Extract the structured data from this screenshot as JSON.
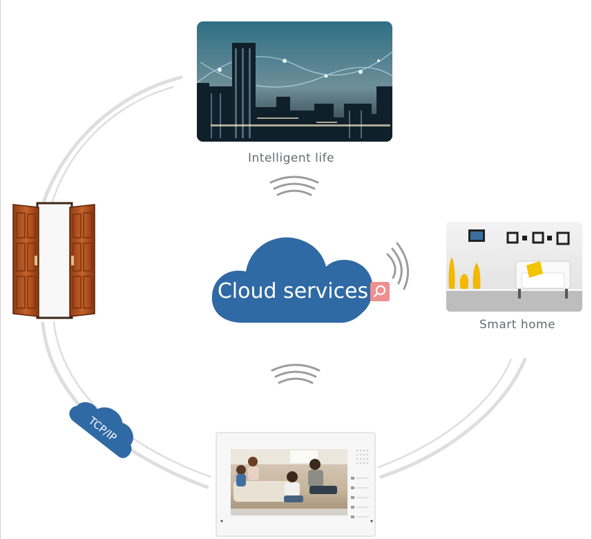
{
  "diagram": {
    "center": {
      "label": "Cloud services",
      "icon": "search-icon",
      "cloud_color": "#2f6aa4",
      "badge_color": "#ef8f8f"
    },
    "nodes": {
      "top": {
        "label": "Intelligent life",
        "image": "city-skyline-image"
      },
      "right": {
        "label": "Smart home",
        "image": "living-room-image"
      },
      "left": {
        "image": "open-door-image"
      },
      "bottom": {
        "image": "video-intercom-monitor-image"
      }
    },
    "link": {
      "label": "TCP/IP"
    },
    "colors": {
      "ring": "#dcdcdc",
      "wifi": "#9a9a9a",
      "label": "#666a6e"
    }
  }
}
